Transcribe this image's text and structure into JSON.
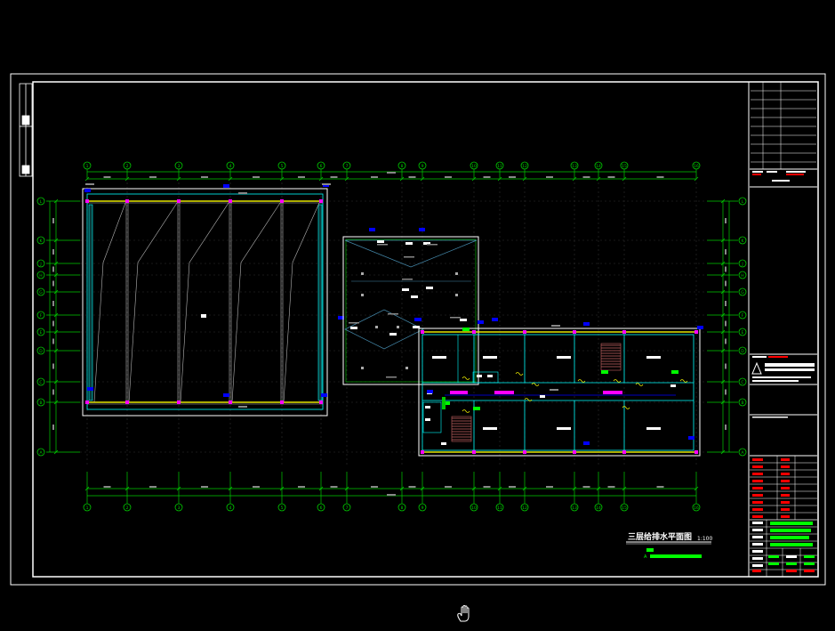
{
  "drawing": {
    "title": "三层给排水平面图",
    "scale": "1:100"
  },
  "grid": {
    "columns": [
      "1",
      "2",
      "3",
      "4",
      "5",
      "6",
      "7",
      "8",
      "9",
      "10",
      "11",
      "12",
      "13",
      "14",
      "15",
      "16"
    ],
    "rows": [
      "L",
      "K",
      "J",
      "H",
      "G",
      "F",
      "E",
      "D",
      "C",
      "B",
      "A"
    ]
  },
  "colors": {
    "frame": "#ffffff",
    "dim": "#00cc00",
    "wall": "#00ffff",
    "pipe_blue": "#0000ff",
    "accent_magenta": "#ff00ff",
    "beam_yellow": "#e6e600",
    "gray": "#b4b4b4",
    "red": "#ff0000",
    "green": "#00ff00"
  },
  "icons": {
    "cursor": "hand-cursor-icon"
  }
}
